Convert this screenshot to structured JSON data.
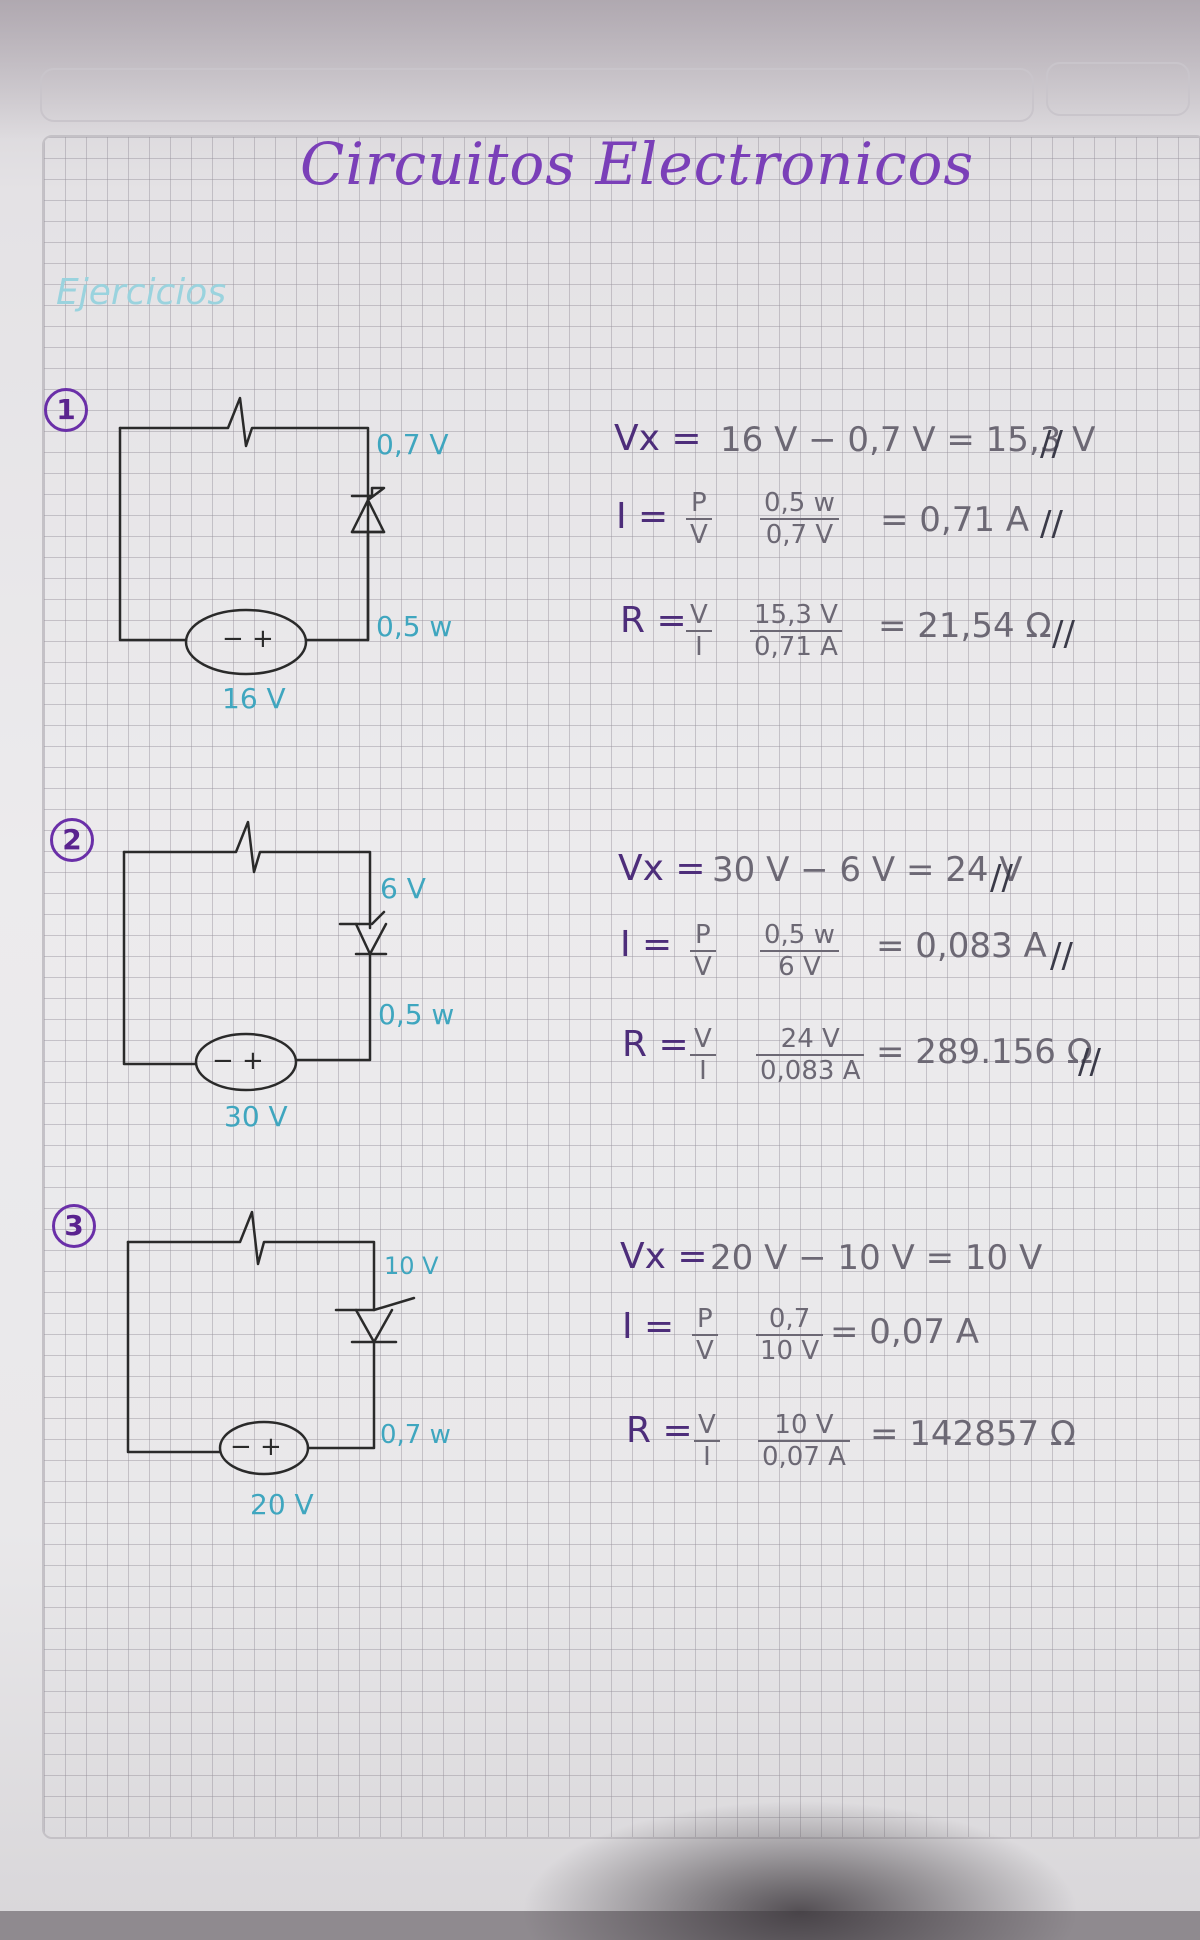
{
  "page": {
    "title": "Circuitos Electronicos",
    "subtitle": "Ejercicios"
  },
  "exercises": [
    {
      "number": "1",
      "labels": {
        "zener_v": "0,7 V",
        "power": "0,5 w",
        "source": "16 V"
      },
      "eq_vx": {
        "lhs": "Vx =",
        "rhs": "16 V − 0,7 V = 15,3 V",
        "mark": "//"
      },
      "eq_i": {
        "lhs": "I =",
        "f1n": "P",
        "f1d": "V",
        "f2n": "0,5 w",
        "f2d": "0,7 V",
        "result": "= 0,71 A",
        "mark": "//"
      },
      "eq_r": {
        "lhs": "R =",
        "f1n": "V",
        "f1d": "I",
        "f2n": "15,3 V",
        "f2d": "0,71 A",
        "result": "= 21,54 Ω",
        "mark": "//"
      }
    },
    {
      "number": "2",
      "labels": {
        "zener_v": "6 V",
        "power": "0,5 w",
        "source": "30 V"
      },
      "eq_vx": {
        "lhs": "Vx =",
        "rhs": "30 V − 6 V = 24 V",
        "mark": "//"
      },
      "eq_i": {
        "lhs": "I =",
        "f1n": "P",
        "f1d": "V",
        "f2n": "0,5 w",
        "f2d": "6 V",
        "result": "= 0,083 A",
        "mark": "//"
      },
      "eq_r": {
        "lhs": "R =",
        "f1n": "V",
        "f1d": "I",
        "f2n": "24 V",
        "f2d": "0,083 A",
        "result": "= 289.156 Ω",
        "mark": "//"
      }
    },
    {
      "number": "3",
      "labels": {
        "zener_v": "10 V",
        "power": "0,7 w",
        "source": "20 V"
      },
      "eq_vx": {
        "lhs": "Vx =",
        "rhs": "20 V − 10 V = 10 V",
        "mark": ""
      },
      "eq_i": {
        "lhs": "I =",
        "f1n": "P",
        "f1d": "V",
        "f2n": "0,7",
        "f2d": "10 V",
        "result": "= 0,07 A",
        "mark": ""
      },
      "eq_r": {
        "lhs": "R =",
        "f1n": "V",
        "f1d": "I",
        "f2n": "10 V",
        "f2d": "0,07 A",
        "result": "= 142857 Ω",
        "mark": ""
      }
    }
  ],
  "source_symbol": "− +",
  "colors": {
    "title": "#7a3fb8",
    "subtitle": "#9ad3de",
    "labels": "#3fa6bf",
    "equations": "#6c6874",
    "ink": "#2a2a2a"
  }
}
